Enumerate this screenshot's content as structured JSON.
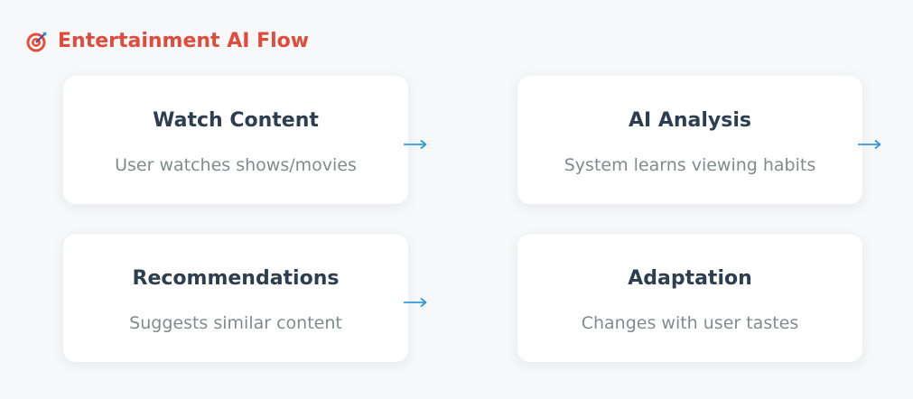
{
  "header": {
    "icon": "target-icon",
    "title": "Entertainment AI Flow",
    "accent_color": "#e04b3c"
  },
  "cards": [
    {
      "title": "Watch Content",
      "description": "User watches shows/movies"
    },
    {
      "title": "AI Analysis",
      "description": "System learns viewing habits"
    },
    {
      "title": "Recommendations",
      "description": "Suggests similar content"
    },
    {
      "title": "Adaptation",
      "description": "Changes with user tastes"
    }
  ],
  "arrows": {
    "icon": "arrow-right-icon",
    "color": "#3498db"
  }
}
